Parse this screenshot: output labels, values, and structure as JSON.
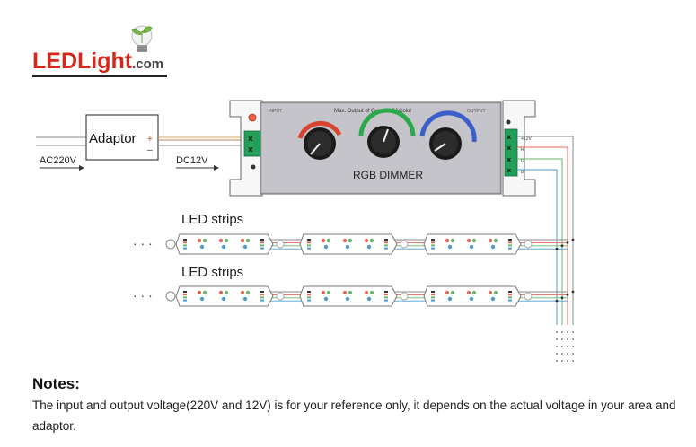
{
  "logo": {
    "text_main": "LEDLight",
    "text_suffix": ".com"
  },
  "adaptor": {
    "label": "Adaptor",
    "plus": "+",
    "minus": "–"
  },
  "input_label": "AC220V",
  "output_label": "DC12V",
  "dimmer": {
    "input_label": "INPUT",
    "spec_label": "Max. Output of Current: 3A/color",
    "output_label": "OUTPUT",
    "name": "RGB DIMMER",
    "terminals": [
      "B",
      "G",
      "R",
      "+12V"
    ]
  },
  "strips": [
    {
      "label": "LED strips",
      "ellipsis": "· · ·"
    },
    {
      "label": "LED strips",
      "ellipsis": "· · ·"
    }
  ],
  "notes": {
    "title": "Notes:",
    "body": "The input and output voltage(220V and 12V) is for your reference only, it depends on the actual voltage in your area and adaptor."
  },
  "colors": {
    "logo_red": "#d7261b",
    "logo_green": "#6aa63a",
    "wire_red": "#e06a5a",
    "wire_green": "#6ab86a",
    "wire_blue": "#4a9fd0",
    "wire_orange": "#e0a060",
    "knob_red": "#d9442e",
    "knob_green": "#2aa84a",
    "knob_blue": "#3a5fc8",
    "terminal_green": "#22a05a"
  }
}
